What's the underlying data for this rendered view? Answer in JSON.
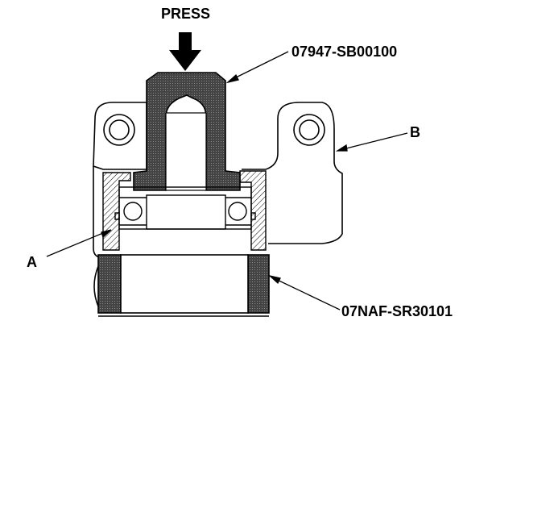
{
  "labels": {
    "press": "PRESS",
    "tool_upper": "07947-SB00100",
    "part_b": "B",
    "part_a": "A",
    "tool_lower": "07NAF-SR30101"
  },
  "colors": {
    "ink": "#000000",
    "tool_fill": "#555555",
    "background": "#ffffff"
  },
  "icons": {
    "press_arrow": "arrow-down-icon"
  }
}
